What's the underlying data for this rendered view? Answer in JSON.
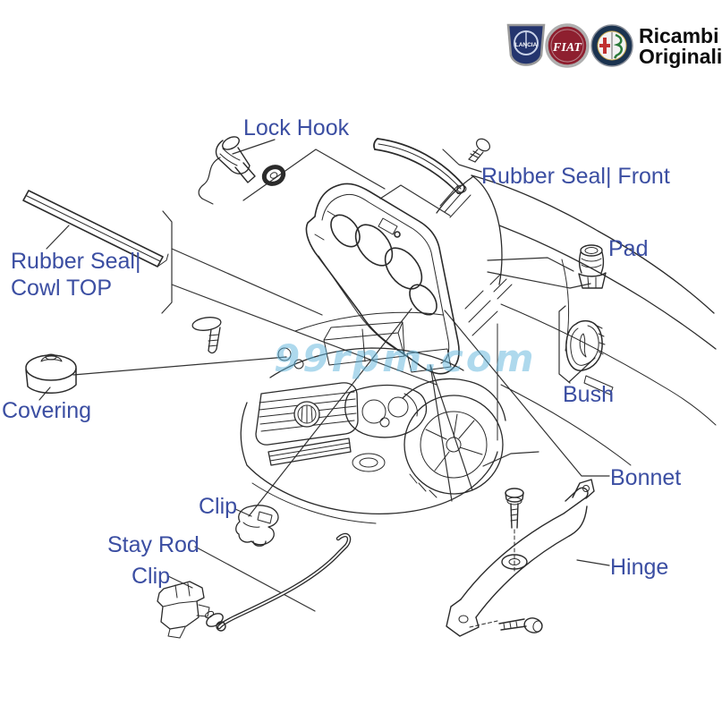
{
  "header": {
    "brand_line1": "Ricambi",
    "brand_line2": "Originali",
    "logos": {
      "lancia": "LANCIA",
      "fiat": "FIAT"
    }
  },
  "watermark": "99rpm.com",
  "diagram": {
    "label_color": "#3B4EA2",
    "labels": {
      "lock_hook": "Lock Hook",
      "rubber_seal_front": "Rubber Seal| Front",
      "rubber_seal_cowl_line1": "Rubber Seal|",
      "rubber_seal_cowl_line2": "Cowl TOP",
      "pad": "Pad",
      "bush": "Bush",
      "covering": "Covering",
      "bonnet": "Bonnet",
      "clip_top": "Clip",
      "stay_rod": "Stay Rod",
      "clip_bottom": "Clip",
      "hinge": "Hinge"
    }
  },
  "colors": {
    "label_blue": "#3B4EA2",
    "watermark_blue": "#5FB4DC",
    "fiat_red": "#8E1F2F",
    "lancia_blue": "#24356E",
    "alfa_navy": "#1B3350",
    "line_art": "#2B2B2B"
  }
}
